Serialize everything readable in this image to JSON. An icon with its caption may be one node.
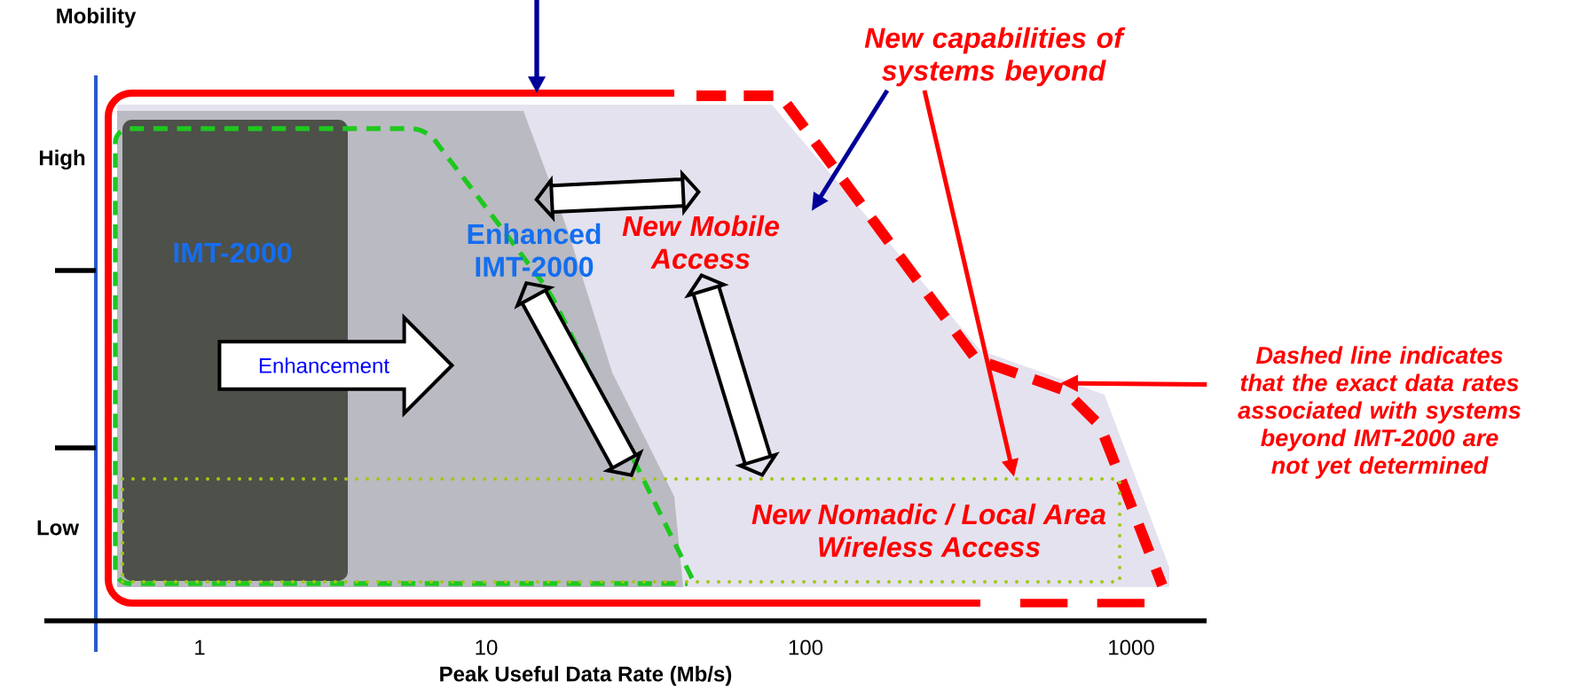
{
  "diagram": {
    "nodes": [
      {
        "text": [
          "IMT-2000"
        ]
      },
      {
        "text": [
          "Enhanced IMT-2000"
        ]
      },
      {
        "text": [
          "New Mobile Access"
        ]
      },
      {
        "text": [
          "New Nomadic / Local Area Wireless Access"
        ]
      },
      {
        "text": [
          "Enhancement"
        ]
      },
      {
        "text": [
          "New capabilities of systems beyond"
        ]
      },
      {
        "text": [
          "Dashed line indicates that the exact data rates associated with systems beyond IMT-2000 are not yet determined"
        ]
      }
    ],
    "edges": [
      {
        "from": 1,
        "to": 2,
        "arrow": "both",
        "style": "thick"
      },
      {
        "from": 2,
        "to": 3,
        "arrow": "both",
        "style": "thick"
      },
      {
        "from": 1,
        "to": 3,
        "arrow": "both",
        "style": "thick"
      },
      {
        "from": 5,
        "to": 2,
        "arrow": "to",
        "color": "#000099"
      },
      {
        "from": 5,
        "to": 3,
        "arrow": "to",
        "color": "#ff0000"
      },
      {
        "from": 6,
        "to": null,
        "arrow": "to",
        "color": "#ff0000"
      }
    ],
    "labels": [
      "Mobility",
      "High",
      "Low",
      "1",
      "10",
      "100",
      "1000",
      "Peak Useful Data Rate (Mb/s)"
    ]
  }
}
